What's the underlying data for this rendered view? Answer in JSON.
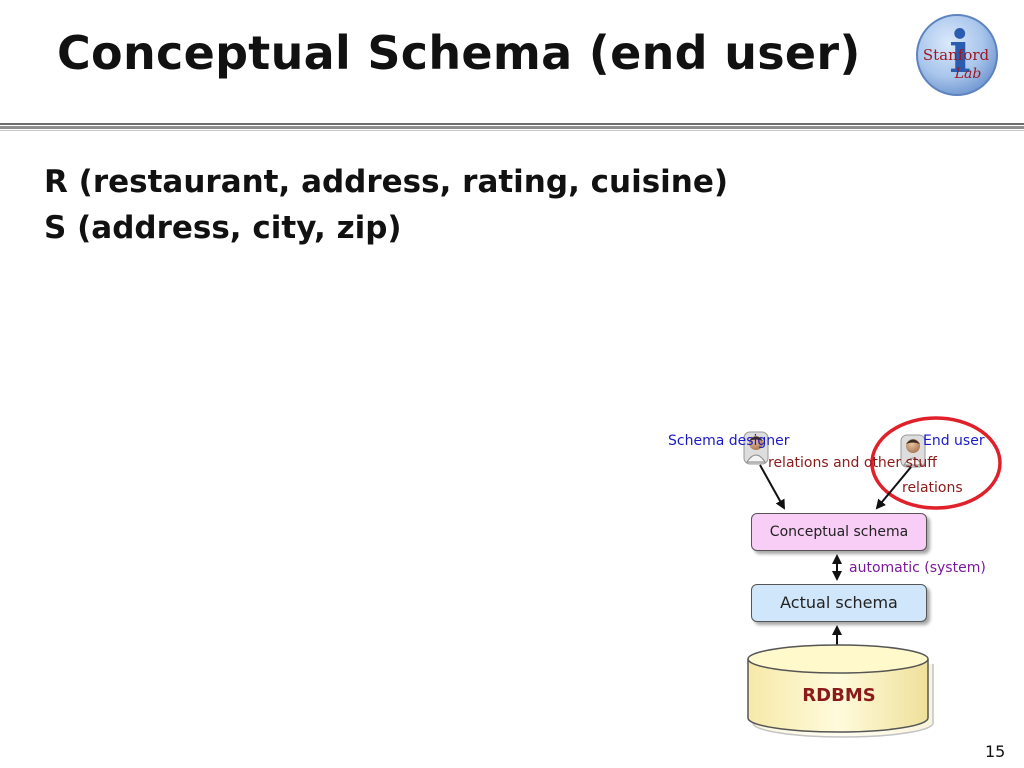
{
  "slide": {
    "title": "Conceptual Schema (end user)",
    "lines": [
      "R (restaurant, address, rating, cuisine)",
      "S (address, city, zip)"
    ],
    "page_number": "15"
  },
  "logo": {
    "text_top": "Stanford",
    "text_bottom": "Lab",
    "glyph": "i"
  },
  "diagram": {
    "schema_designer": "Schema designer",
    "end_user": "End user",
    "relations_and_other_stuff": "relations and other stuff",
    "relations": "relations",
    "conceptual_schema": "Conceptual schema",
    "automatic_system": "automatic (system)",
    "actual_schema": "Actual schema",
    "rdbms": "RDBMS"
  },
  "colors": {
    "label_blue": "#1a1ac8",
    "label_red": "#8b1a1a",
    "label_purple": "#7a1a9a",
    "conceptual_fill": "#f8cef6",
    "actual_fill": "#cfe6fb",
    "database_fill": "#fdf5c0",
    "highlight_circle": "#e0202a"
  },
  "icons": [
    "person-icon",
    "person-icon"
  ]
}
